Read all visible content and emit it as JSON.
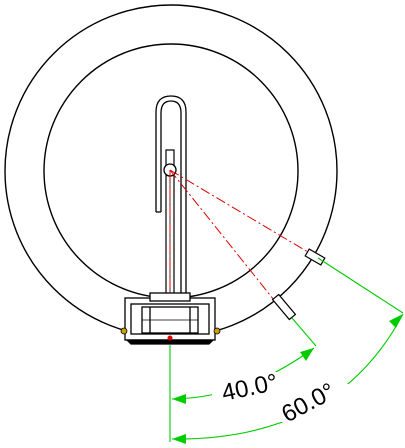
{
  "drawing": {
    "dimensions": [
      {
        "value_label": "40.0°",
        "angle_deg": 40.0
      },
      {
        "value_label": "60.0°",
        "angle_deg": 60.0
      }
    ],
    "colors": {
      "outline": "#000000",
      "dimension": "#00cc00",
      "centerline": "#dd0000",
      "accent": "#c8a000"
    }
  }
}
